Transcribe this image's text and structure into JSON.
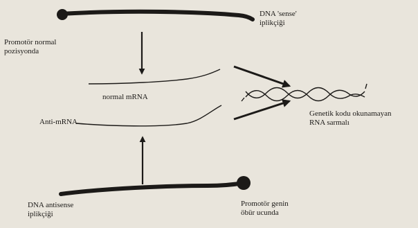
{
  "labels": {
    "dna_sense": {
      "line1": "DNA 'sense'",
      "line2": "iplikçiği"
    },
    "promoter_normal": {
      "line1": "Promotör normal",
      "line2": "pozisyonda"
    },
    "normal_mrna": "normal  mRNA",
    "anti_mrna": "Anti-mRNA",
    "rna_duplex": {
      "line1": "Genetik kodu okunamayan",
      "line2": "RNA sarmalı"
    },
    "dna_antisense": {
      "line1": "DNA antisense",
      "line2": "iplikçiği"
    },
    "promoter_other": {
      "line1": "Promotör genin",
      "line2": "öbür ucunda"
    }
  },
  "colors": {
    "background": "#e9e5dc",
    "ink": "#1c1a18"
  }
}
